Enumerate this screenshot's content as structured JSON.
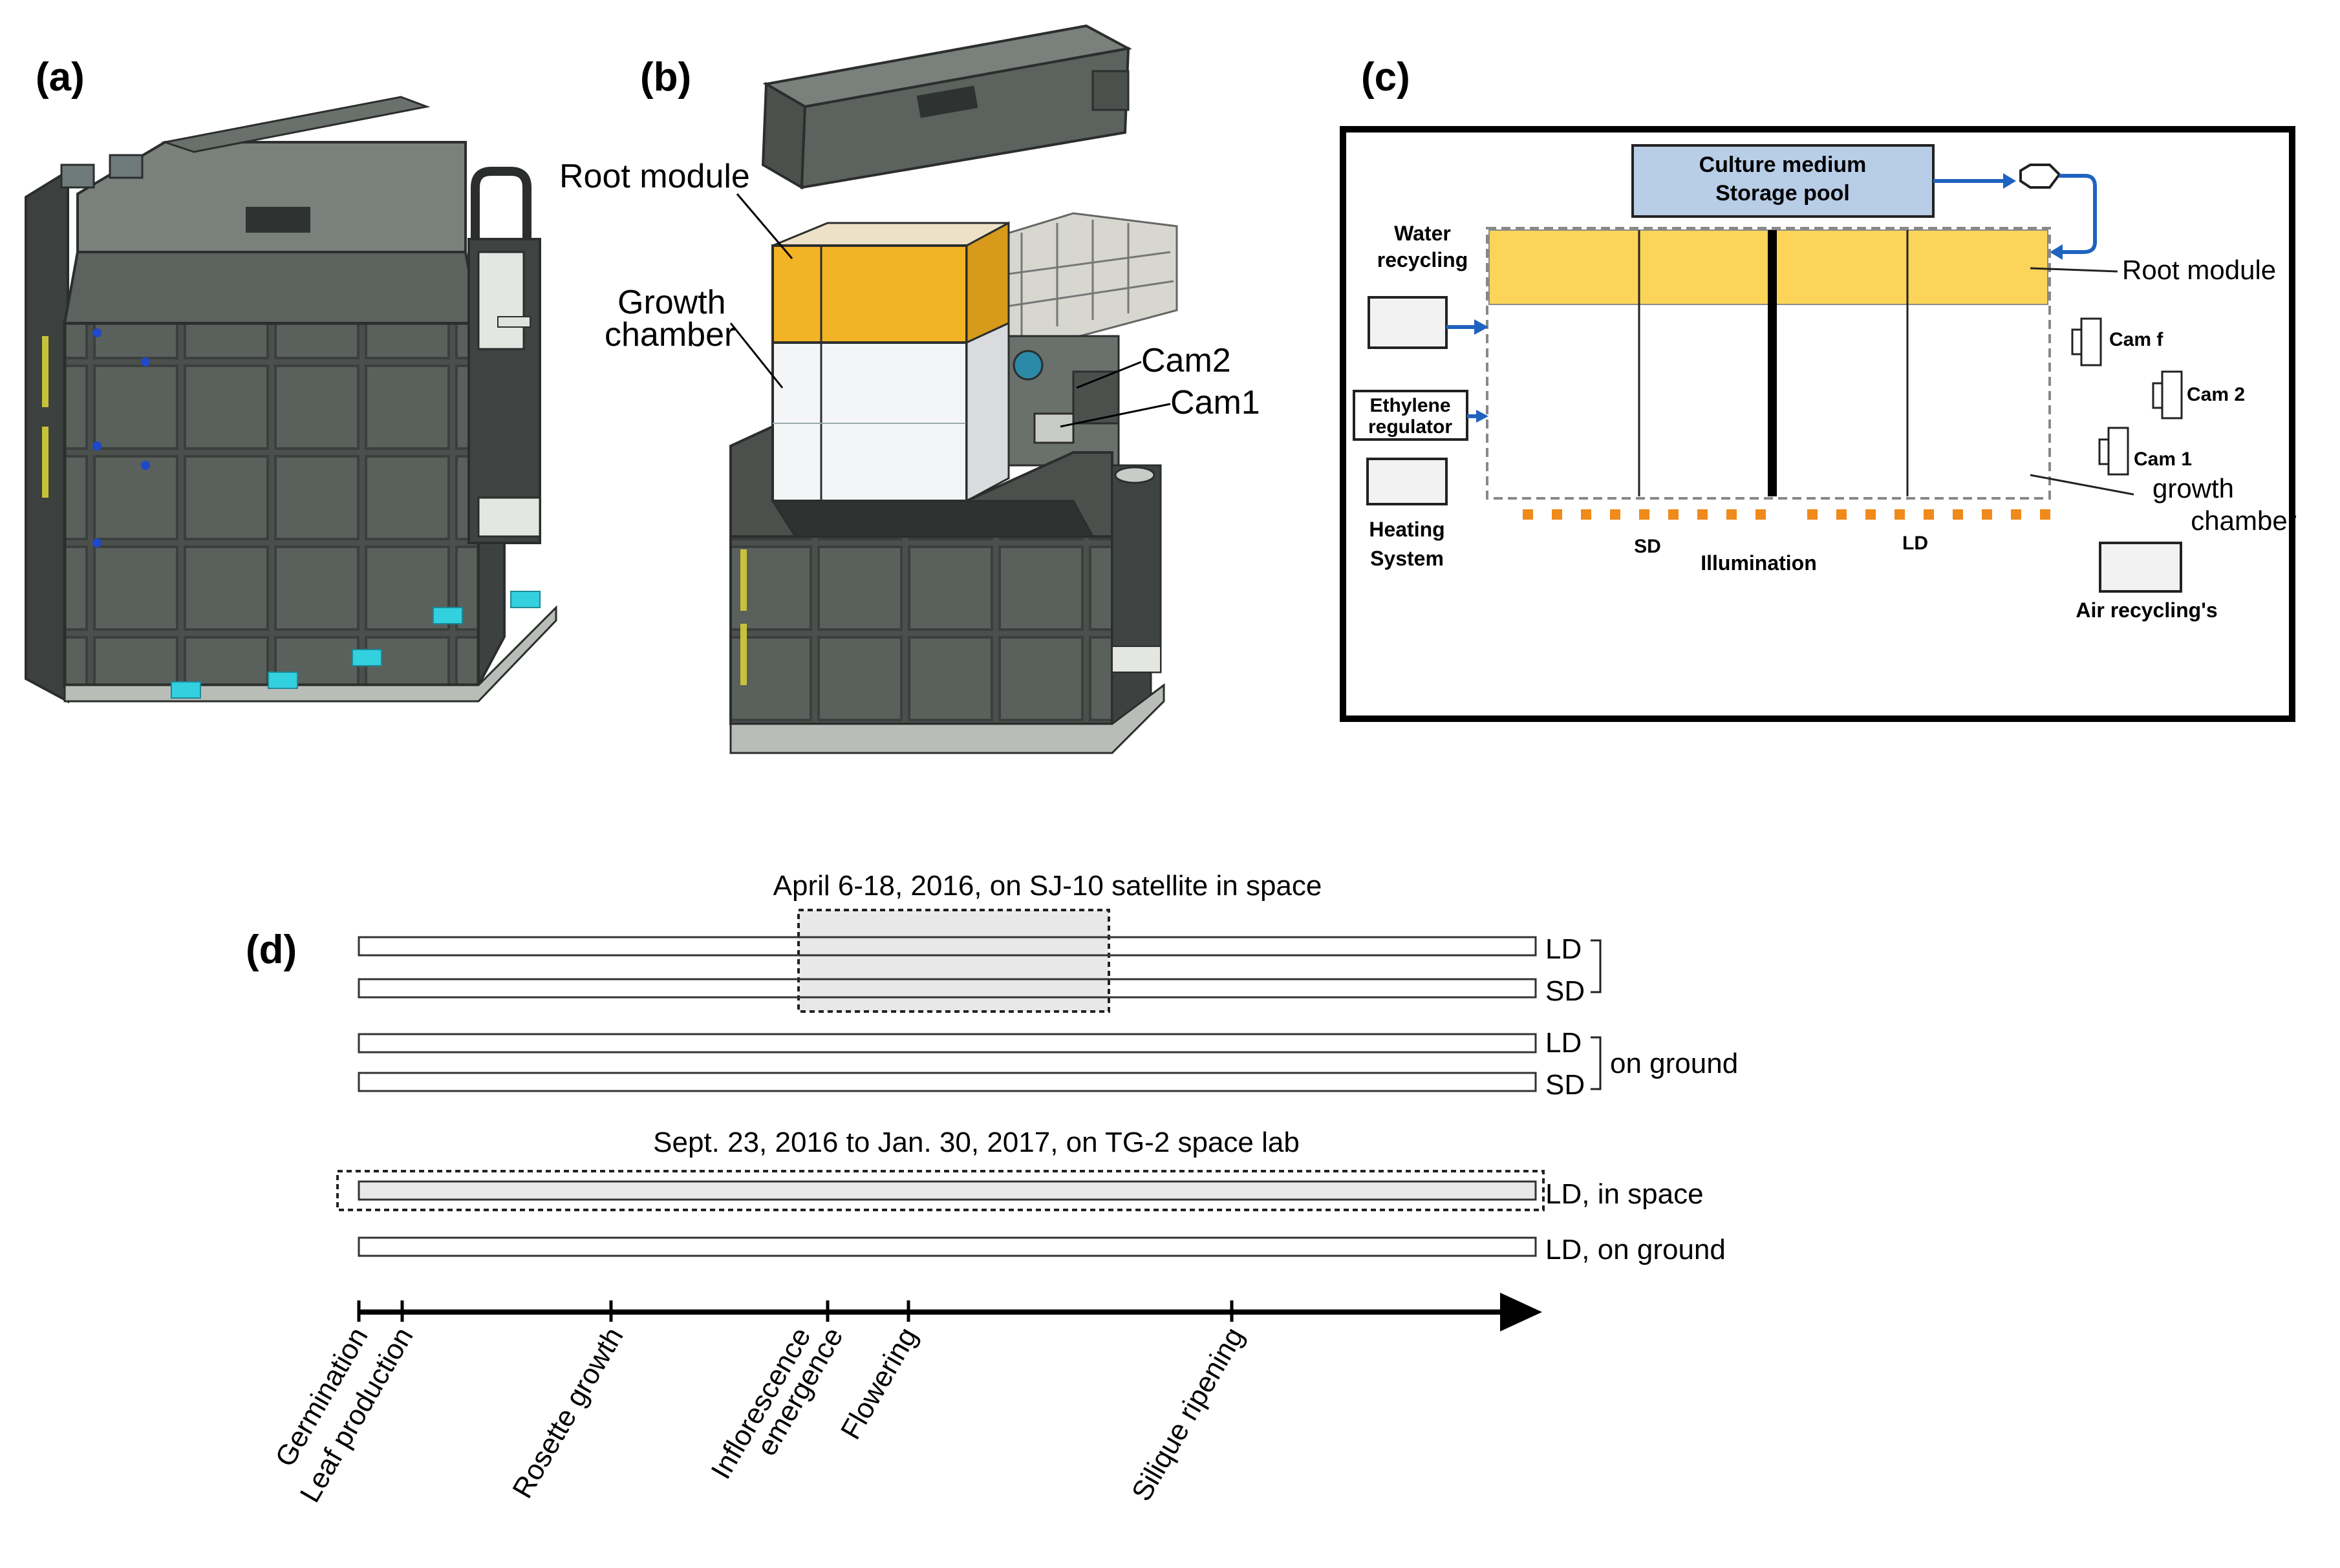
{
  "panels": {
    "a": "(a)",
    "b": "(b)",
    "c": "(c)",
    "d": "(d)"
  },
  "panel_b": {
    "root_module": "Root module",
    "growth_chamber_l1": "Growth",
    "growth_chamber_l2": "chamber",
    "cam2": "Cam2",
    "cam1": "Cam1"
  },
  "panel_c": {
    "culture_l1": "Culture medium",
    "culture_l2": "Storage  pool",
    "water_l1": "Water",
    "water_l2": "recycling",
    "ethylene_l1": "Ethylene",
    "ethylene_l2": "regulator",
    "heating_l1": "Heating",
    "heating_l2": "System",
    "root_module": "Root module",
    "cam_f": "Cam f",
    "cam_2": "Cam 2",
    "cam_1": "Cam 1",
    "growth_l1": "growth",
    "growth_l2": "chamber",
    "sd": "SD",
    "illumination": "Illumination",
    "ld": "LD",
    "air": "Air recycling's"
  },
  "panel_d": {
    "sj10_title": "April 6-18, 2016, on SJ-10 satellite  in space",
    "bar1": "LD",
    "bar2": "SD",
    "bar3": "LD",
    "bar4": "SD",
    "on_ground": "on ground",
    "tg2_title": "Sept. 23, 2016 to Jan. 30, 2017, on TG-2 space lab",
    "bar5": "LD, in space",
    "bar6": "LD, on ground",
    "stages": [
      "Germination",
      "Leaf production",
      "Rosette growth",
      "Inflorescence",
      "emergence",
      "Flowering",
      "Silique ripening"
    ]
  },
  "colors": {
    "hardware_dark": "#4a4f4c",
    "hardware_light": "#c9ccc6",
    "root_module": "#f2b324",
    "culture_box": "#b8cde6",
    "root_strip": "#fcd45a",
    "arrow_blue": "#1f63c0",
    "illumination": "#f08a1a",
    "cyan_feet": "#33d0e0"
  }
}
